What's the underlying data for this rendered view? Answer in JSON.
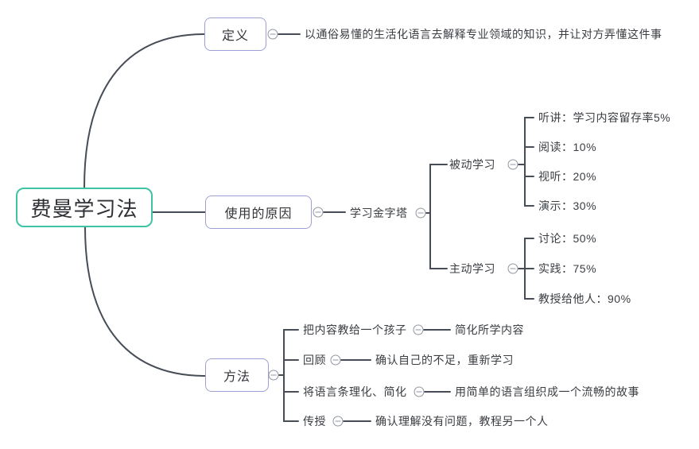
{
  "colors": {
    "root_border": "#3fc3a5",
    "branch_border": "#9e9fd4",
    "line": "#474d56",
    "collapse_stroke": "#8f96a1",
    "text": "#3a3d42"
  },
  "root": {
    "label": "费曼学习法"
  },
  "branches": [
    {
      "label": "定义",
      "note": "以通俗易懂的生活化语言去解释专业领域的知识，并让对方弄懂这件事"
    },
    {
      "label": "使用的原因",
      "child": {
        "label": "学习金字塔",
        "groups": [
          {
            "label": "被动学习",
            "items": [
              "听讲：学习内容留存率5%",
              "阅读：10%",
              "视听：20%",
              "演示：30%"
            ]
          },
          {
            "label": "主动学习",
            "items": [
              "讨论：50%",
              "实践：75%",
              "教授给他人：90%"
            ]
          }
        ]
      }
    },
    {
      "label": "方法",
      "steps": [
        {
          "label": "把内容教给一个孩子",
          "note": "简化所学内容"
        },
        {
          "label": "回顾",
          "note": "确认自己的不足，重新学习"
        },
        {
          "label": "将语言条理化、简化",
          "note": "用简单的语言组织成一个流畅的故事"
        },
        {
          "label": "传授",
          "note": "确认理解没有问题，教程另一个人"
        }
      ]
    }
  ],
  "icons": {
    "collapse": "collapse-minus"
  }
}
